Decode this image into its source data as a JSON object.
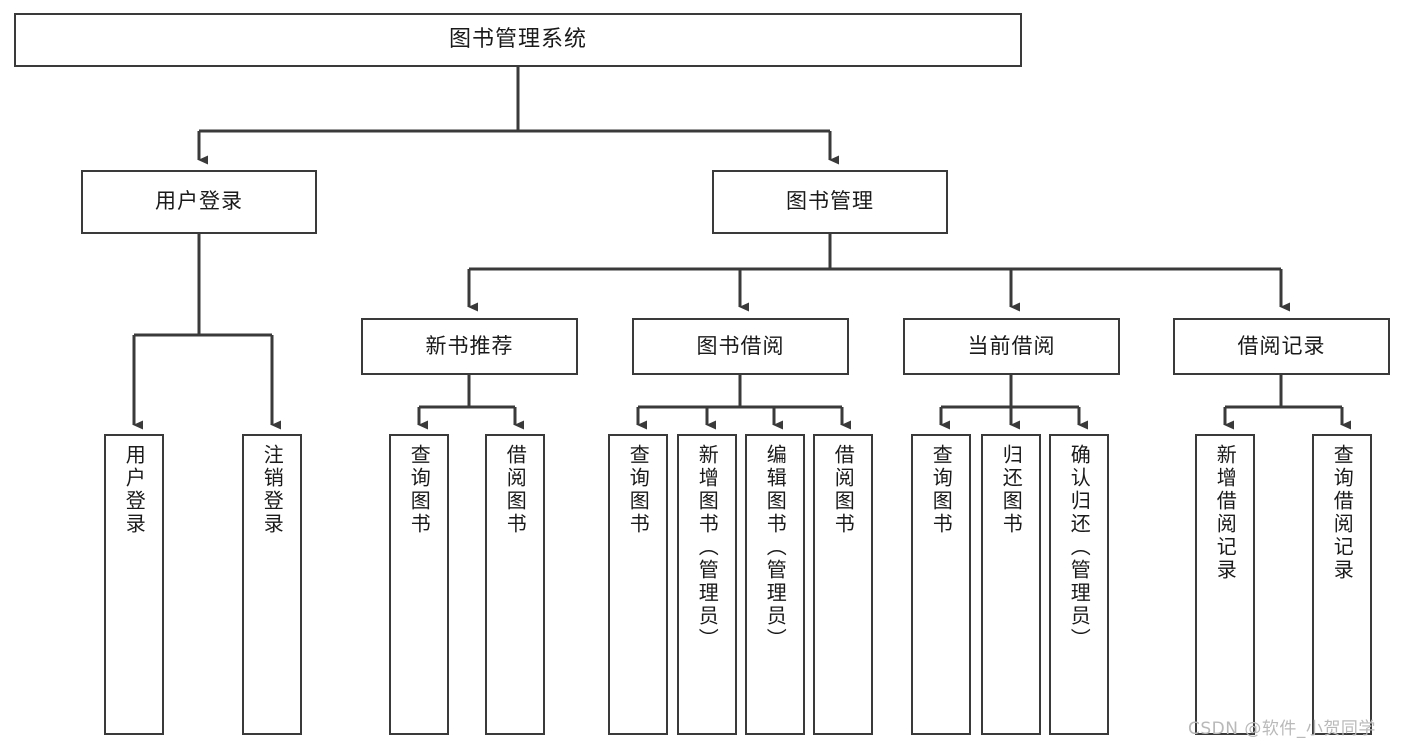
{
  "diagram": {
    "title": "图书管理系统",
    "type": "tree-hierarchy-diagram",
    "watermark": "CSDN @软件_小贺同学",
    "nodes": {
      "root": {
        "label": "图书管理系统"
      },
      "level2": [
        {
          "id": "user-login",
          "label": "用户登录"
        },
        {
          "id": "book-management",
          "label": "图书管理"
        }
      ],
      "level3": [
        {
          "id": "new-book-recommend",
          "label": "新书推荐"
        },
        {
          "id": "book-borrow",
          "label": "图书借阅"
        },
        {
          "id": "current-borrow",
          "label": "当前借阅"
        },
        {
          "id": "borrow-record",
          "label": "借阅记录"
        }
      ],
      "leaves": {
        "user-login": [
          {
            "id": "leaf-user-login",
            "label": "用户登录"
          },
          {
            "id": "leaf-user-logout",
            "label": "注销登录"
          }
        ],
        "new-book-recommend": [
          {
            "id": "leaf-query-book-1",
            "label": "查询图书"
          },
          {
            "id": "leaf-borrow-book-1",
            "label": "借阅图书"
          }
        ],
        "book-borrow": [
          {
            "id": "leaf-query-book-2",
            "label": "查询图书"
          },
          {
            "id": "leaf-add-book",
            "label": "新增图书（管理员）"
          },
          {
            "id": "leaf-edit-book",
            "label": "编辑图书（管理员）"
          },
          {
            "id": "leaf-borrow-book-2",
            "label": "借阅图书"
          }
        ],
        "current-borrow": [
          {
            "id": "leaf-query-book-3",
            "label": "查询图书"
          },
          {
            "id": "leaf-return-book",
            "label": "归还图书"
          },
          {
            "id": "leaf-confirm-return",
            "label": "确认归还（管理员）"
          }
        ],
        "borrow-record": [
          {
            "id": "leaf-add-record",
            "label": "新增借阅记录"
          },
          {
            "id": "leaf-query-record",
            "label": "查询借阅记录"
          }
        ]
      }
    },
    "colors": {
      "border": "#3a3a3a",
      "edge": "#3a3a3a",
      "background": "#ffffff",
      "text": "#1a1a1a",
      "watermark": "#b9b9b9"
    }
  }
}
